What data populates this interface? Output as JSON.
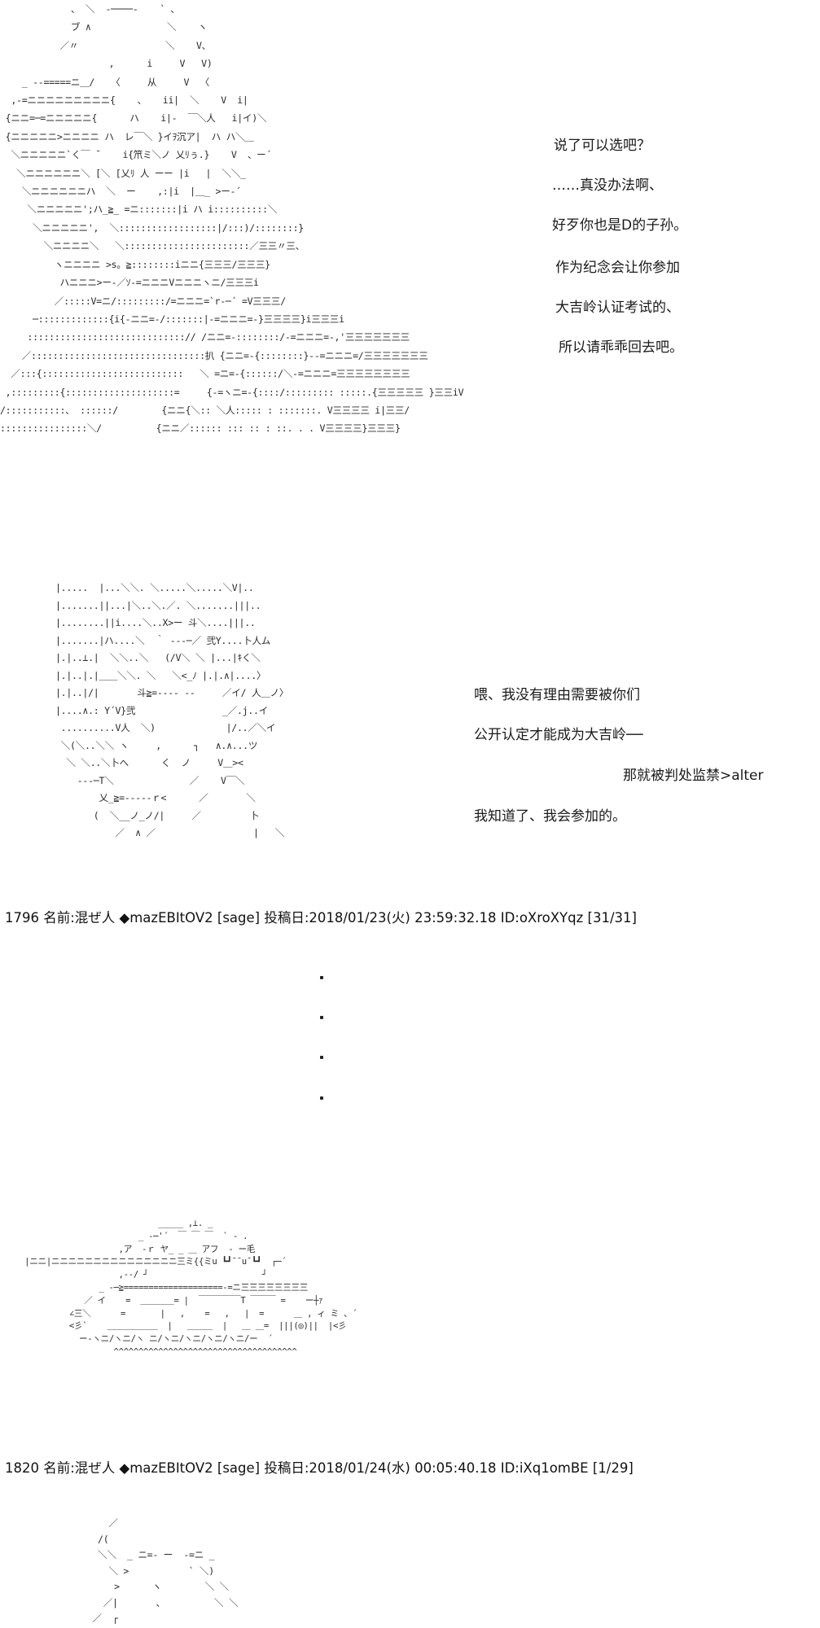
{
  "panel_1": {
    "art": "             、 ＼  ‐────‐    ` ､\n             ブ ∧              ＼    ヽ\n           ／〃                ＼    V、\n                    ,      i     V   V)\n    _ --=====ニ＿/   〈     从     V  〈\n  ,-=ニニニニニニニニニ{    、   ii|  ＼    V  i|\n {ニニ=─=ニニニニニ{      ハ    i|-  ￣＼人   i|イ)＼\n {ニニニニニ>ニニニニ ハ  レ￣＼ }イｦ沉ア|  ハ ハ＼＿\n  ＼ニニニニニ`く￣ ¯    i{笊ミ＼ノ 乂ﾘぅ.}    V  、ー´\n   ＼ニニニニニニ＼ [＼ [乂ﾘ 人 ーー |i   |  ＼＼_\n    ＼ニニニニニニハ  ＼  ー    ,:|i  |＿_ >ー-´\n     ＼ニニニニニ';ハ_≧_ =ニ:::::::|i ハ i::::::::::＼\n      ＼ニニニニニ',  ＼::::::::::::::::::|/:::)/::::::::}\n        ＼ニニニニ＼   ＼:::::::::::::::::::::::／三三〃三、\n          ヽニニニニ >s。≧::::::::iニニ{三三三/三三三}\n           ハニニニ>ー‐／ｿ-=ニニニVニニニヽニ/三三三i\n          ／:::::V=ニ/:::::::::/=ニニニ=`r-─´ =V三三三/\n      ─:::::::::::::{i{-ニニ=-/:::::::|-=ニニニ=-}三三三三}i三三三i\n     :::::::::::::::::::::::::::::// /ニニ=-::::::::/-=ニニニ=-,'三三三三三三三\n    ／::::::::::::::::::::::::::::::::扒 {ニニ=-{::::::::}--=ニニニ=/三三三三三三三\n  ／:::{::::::::::::::::::::::::::   ＼ =ニ=-{::::::/＼-=ニニニ=三三三三三三三三\n ,:::::::::{::::::::::::::::::::=     {-=ヽニ=-{::::/::::::::: :::::.{三三三三三 }三三iV\n/:::::::::::、 ::::::/        {ニニ{＼:: ＼人::::: : :::::::. V三三三三 i|三三/\n::::::::::::::::＼/          {ニニ／:::::: ::: :: : ::. . . V三三三三}三三三}",
    "dialogue": [
      "说了可以选吧？",
      "……真没办法啊、",
      "好歹你也是D的子孙。",
      "作为纪念会让你参加",
      "大吉岭认证考试的、",
      "所以请乖乖回去吧。"
    ]
  },
  "panel_2": {
    "art": "|.....  |...＼＼. ＼.....＼.....＼V|..\n|.......||...|＼..＼.／. ＼.......|||..\n|........||i....＼..X>ー 斗＼....|||..\n|.......|ハ....＼  ｀ ‐--─／ 弐Y....卜人ム\n|.|..⊥.|  ＼＼..＼   (/V＼ ＼ |...|ｷく＼\n|.|..|.|＿＿＼＼. ＼   ＼<_ﾉ |.|.∧|....〉\n|.|..|/|       斗≧=---- --     ／イ/ 人＿ノ〉\n|....∧.: Y´V}弐                _／.j..イ\n ..........V人  ＼)             |/..／＼イ\n ＼(＼..＼＼ ヽ     ,      ┐   ∧.∧...ツ\n  ＼ ＼..＼卜へ      く  ノ     V＿><\n    ‐--─T＼              ／    V￣＼\n        乂_≧=-----ｒ<      ／       ＼\n       (  ＼__ノ_ノ/|     ／         卜\n           ／  ∧ ／                  |   ＼",
    "dialogue": [
      "喂、我没有理由需要被你们",
      "公开认定才能成为大吉岭──",
      "那就被判处监禁>alter",
      "我知道了、我会参加的。"
    ]
  },
  "post_1796": {
    "header": "1796 名前:混ぜ人 ◆mazEBItOV2 [sage] 投稿日:2018/01/23(火) 23:59:32.18 ID:oXroXYqz [31/31]"
  },
  "panel_3": {
    "art": "                             _____ ,⊥. _\n                         _ -─'´  ￣ ￣ ￣  ` - .\n                     ,ア  ‐ｒ ヤ_ _ ＿ アフ  ‐ ー毛\n  |ニニ|ニニニニニニニニニニニニニニニ三ミ{{ミu ┗┛¯¯u¯┗┛  ┌─´\n                     ,--/ ┘                       ┘\n                 _ -─≧====================-=ニ三三三三三三三三\n              ／ イ    =  ＿＿＿＿= |  ￣￣￣￣￣T ￣￣￣ =    ー┼ｧ\n           ∠三＼      =       |   ,    =   ,   |  =      ＿ , ィ ミ 、´\n           <彡`    ＿＿＿＿＿＿  |   ＿＿＿  |   ＿ ＿=  |||(◎)||  |<彡\n             ー-ヽニ/ヽニ/ヽ ニ/ヽニ/ヽニ/ヽニ/ヽニ/ー  ´\n                    ^^^^^^^^^^^^^^^^^^^^^^^^^^^^^^^^^^^^^"
  },
  "post_1820": {
    "header": "1820 名前:混ぜ人 ◆mazEBItOV2 [sage] 投稿日:2018/01/24(水) 00:05:40.18 ID:iXq1omBE [1/29]"
  },
  "panel_4": {
    "art": "     ／\n   /(\n   ＼＼  _ ニ=- ー  -=ニ _\n     ＼ >           ` ＼)\n      >      ヽ        ＼ ＼\n    ／|       、         ＼ ＼\n  ／  ┌"
  }
}
